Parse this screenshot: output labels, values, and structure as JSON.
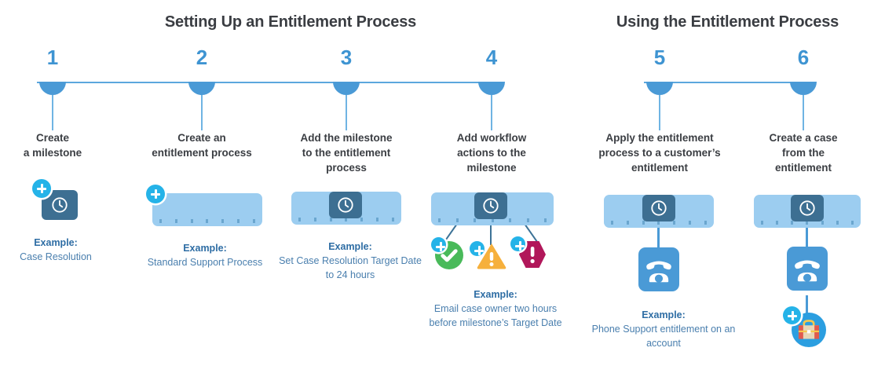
{
  "headings": {
    "setup": "Setting Up an Entitlement Process",
    "using": "Using the Entitlement Process"
  },
  "example_word": "Example:",
  "steps": [
    {
      "number": "1",
      "label": "Create\na milestone",
      "label_lines": [
        "Create",
        "a milestone"
      ],
      "example_title": "Example:",
      "example_body": "Case Resolution",
      "icons": [
        "plus-icon",
        "milestone-clock-icon"
      ]
    },
    {
      "number": "2",
      "label_lines": [
        "Create an",
        "entitlement process"
      ],
      "example_title": "Example:",
      "example_body": "Standard Support Process",
      "icons": [
        "plus-icon",
        "entitlement-process-bar-icon"
      ]
    },
    {
      "number": "3",
      "label_lines": [
        "Add the milestone",
        "to the entitlement",
        "process"
      ],
      "example_title": "Example:",
      "example_body": "Set Case Resolution Target Date to 24 hours",
      "icons": [
        "entitlement-process-bar-icon",
        "milestone-clock-icon"
      ]
    },
    {
      "number": "4",
      "label_lines": [
        "Add workflow",
        "actions to the",
        "milestone"
      ],
      "example_title": "Example:",
      "example_body": "Email case owner two hours before milestone’s Target Date",
      "icons": [
        "entitlement-process-bar-icon",
        "milestone-clock-icon",
        "success-check-icon",
        "warning-triangle-icon",
        "alert-hexagon-icon"
      ]
    },
    {
      "number": "5",
      "label_lines": [
        "Apply the entitlement",
        "process to a customer’s",
        "entitlement"
      ],
      "example_title": "Example:",
      "example_body": "Phone Support entitlement on an account",
      "icons": [
        "entitlement-process-bar-icon",
        "milestone-clock-icon",
        "phone-entitlement-icon"
      ]
    },
    {
      "number": "6",
      "label_lines": [
        "Create a case",
        "from the",
        "entitlement"
      ],
      "example_title": "",
      "example_body": "",
      "icons": [
        "entitlement-process-bar-icon",
        "milestone-clock-icon",
        "phone-entitlement-icon",
        "plus-icon",
        "case-briefcase-icon"
      ]
    }
  ],
  "colors": {
    "accent_blue": "#3e94d2",
    "rail_blue": "#5ba7dd",
    "marker_blue": "#4a9ad6",
    "process_bar_blue": "#9ccdf0",
    "milestone_dark_blue": "#3d6f92",
    "plus_badge_blue": "#25b3e8",
    "example_text_blue": "#4a7fae",
    "heading_gray": "#3a3d42",
    "success_green": "#49ba5a",
    "warning_orange": "#f6b03c",
    "alert_magenta": "#b1175a",
    "case_blue": "#2b9ee0"
  }
}
